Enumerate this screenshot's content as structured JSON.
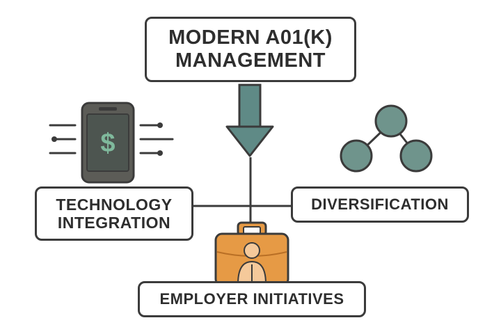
{
  "title": {
    "line1": "MODERN A01(K)",
    "line2": "MANAGEMENT"
  },
  "nodes": {
    "technology": {
      "line1": "TECHNOLOGY",
      "line2": "INTEGRATION"
    },
    "diversification": {
      "label": "DIVERSIFICATION"
    },
    "employer": {
      "label": "EMPLOYER INITIATIVES"
    }
  },
  "icons": {
    "phone": {
      "name": "smartphone-dollar-icon",
      "symbol": "$"
    },
    "network": {
      "name": "network-nodes-icon"
    },
    "briefcase": {
      "name": "briefcase-person-icon"
    },
    "arrow": {
      "name": "down-arrow-icon"
    }
  },
  "colors": {
    "arrow": "#5f8a86",
    "node_fill": "#6f948c",
    "phone_body": "#5c5c57",
    "phone_screen": "#4d5550",
    "dollar": "#7fb99c",
    "briefcase": "#e69a45",
    "outline": "#3b3b3b"
  }
}
